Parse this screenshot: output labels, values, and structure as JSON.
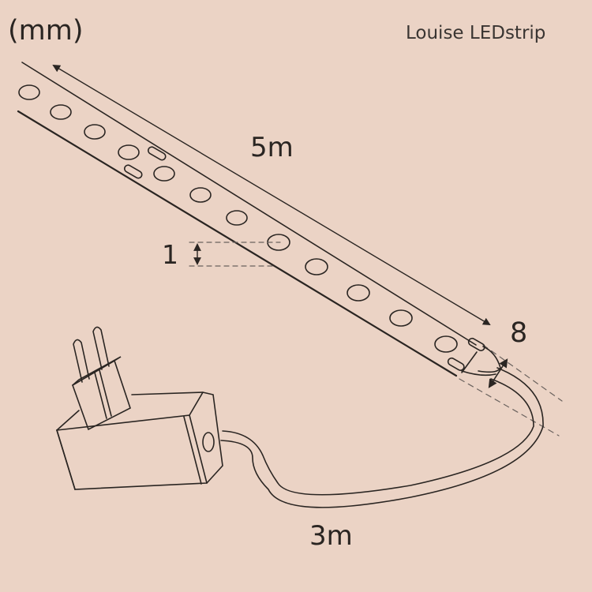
{
  "diagram": {
    "unit_label": "(mm)",
    "brand_label": "Louise LEDstrip",
    "strip_length_label": "5m",
    "led_spacing_label": "1",
    "strip_width_label": "8",
    "cable_length_label": "3m",
    "colors": {
      "background": "#ebd3c5",
      "line": "#2a2522"
    },
    "components": [
      "led-strip",
      "power-adapter",
      "plug",
      "cable",
      "connector-clips"
    ]
  }
}
